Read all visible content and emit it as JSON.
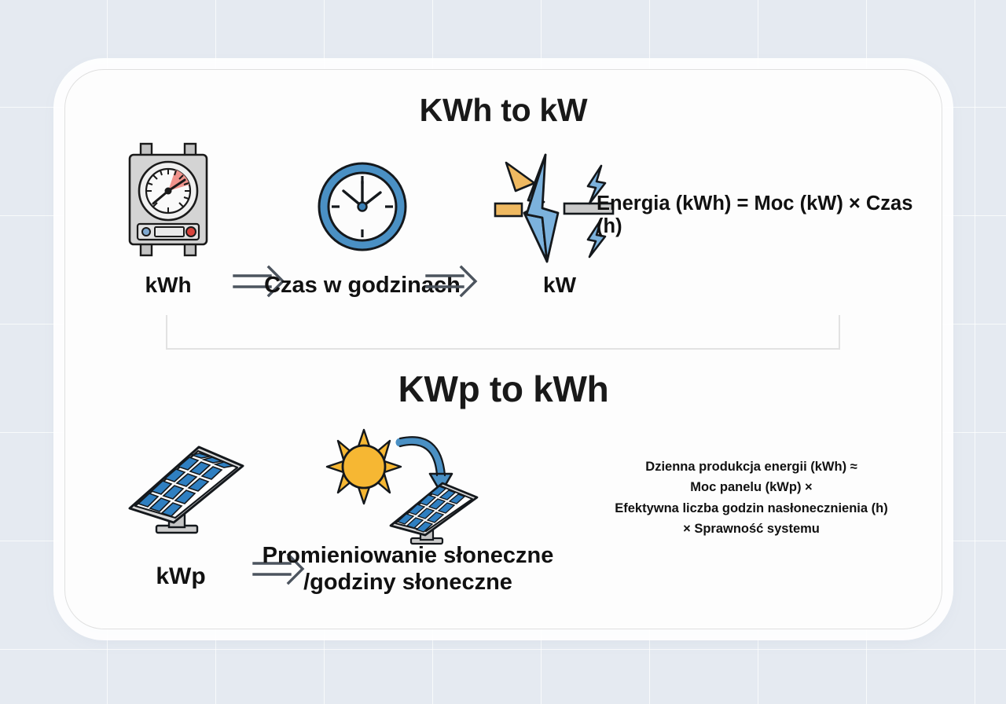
{
  "page": {
    "background_color": "#e5eaf1",
    "card_color": "#fdfdfd"
  },
  "sections": {
    "top": {
      "title": "KWh to kW",
      "formula": "Energia (kWh) = Moc (kW) × Czas (h)",
      "items": [
        {
          "label": "kWh",
          "icon": "electricity-meter-icon"
        },
        {
          "label": "Czas w godzinach",
          "icon": "clock-icon"
        },
        {
          "label": "kW",
          "icon": "lightning-bolt-icon"
        }
      ]
    },
    "bottom": {
      "title": "KWp to kWh",
      "formula_lines": [
        "Dzienna produkcja energii (kWh) ≈",
        "Moc panelu (kWp) ×",
        "Efektywna liczba godzin nasłonecznienia (h)",
        "× Sprawność systemu"
      ],
      "items": [
        {
          "label": "kWp",
          "icon": "solar-panel-icon"
        },
        {
          "label_line1": "Promieniowanie słoneczne",
          "label_line2": "/godziny słoneczne",
          "icon": "sun-solar-panel-icon"
        }
      ]
    }
  },
  "arrows": {
    "glyph_name": "double-line-right-arrow",
    "color": "#4c545e"
  },
  "colors": {
    "accent_blue": "#4a90c4",
    "panel_blue": "#2f7fc1",
    "sun_yellow": "#f6b733",
    "meter_gray": "#d3d3d3",
    "gauge_red": "#e8736a",
    "text": "#111111"
  }
}
